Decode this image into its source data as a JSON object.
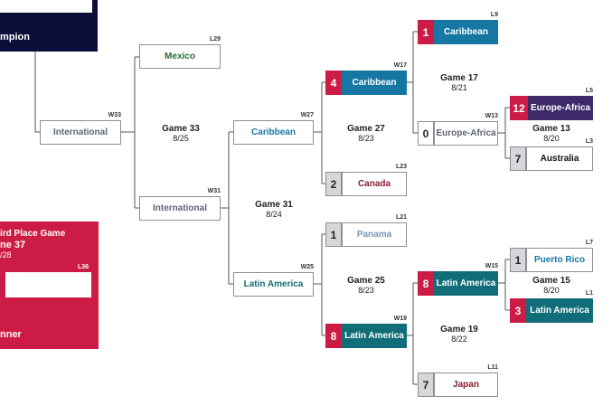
{
  "colors": {
    "navy": "#0c0d38",
    "crimson": "#cc1c45",
    "cyan": "#1677a3",
    "teal": "#116d78",
    "purple": "#3f2a69",
    "maroon": "#8c1d33",
    "green": "#2d6a3a",
    "slate": "#5d6470",
    "light_blue": "#7396b5",
    "grey": "#d6d7d9"
  },
  "champion_panel": {
    "label": "mpion"
  },
  "third_place_panel": {
    "title": "ird Place Game",
    "game": "ne 37",
    "date": "/28",
    "slot": "L36",
    "winner_label": "nner"
  },
  "games": {
    "g33": {
      "name": "Game 33",
      "date": "8/25"
    },
    "g31": {
      "name": "Game 31",
      "date": "8/24"
    },
    "g27": {
      "name": "Game 27",
      "date": "8/23"
    },
    "g25": {
      "name": "Game 25",
      "date": "8/23"
    },
    "g17": {
      "name": "Game 17",
      "date": "8/21"
    },
    "g13": {
      "name": "Game 13",
      "date": "8/20"
    },
    "g15": {
      "name": "Game 15",
      "date": "8/20"
    },
    "g19": {
      "name": "Game 19",
      "date": "8/22"
    }
  },
  "boxes": {
    "mexico": {
      "slot": "L29",
      "team": "Mexico"
    },
    "intl_w33": {
      "slot": "W33",
      "team": "International"
    },
    "intl_w31": {
      "slot": "W31",
      "team": "International"
    },
    "carib_w27": {
      "slot": "W27",
      "team": "Caribbean"
    },
    "latam_w25": {
      "slot": "W25",
      "team": "Latin America"
    },
    "carib_w17": {
      "slot": "W17",
      "team": "Caribbean",
      "seed": "4"
    },
    "canada": {
      "slot": "L23",
      "team": "Canada",
      "seed": "2"
    },
    "panama": {
      "slot": "L21",
      "team": "Panama",
      "seed": "1"
    },
    "latam_w19": {
      "slot": "W19",
      "team": "Latin America",
      "seed": "8"
    },
    "carib_l9": {
      "slot": "L9",
      "team": "Caribbean",
      "seed": "1"
    },
    "euaf_w13": {
      "slot": "W13",
      "team": "Europe-Africa",
      "seed": "0"
    },
    "latam_w15": {
      "slot": "W15",
      "team": "Latin America",
      "seed": "8"
    },
    "japan": {
      "slot": "L11",
      "team": "Japan",
      "seed": "7"
    },
    "euaf_l5": {
      "slot": "L5",
      "team": "Europe-Africa",
      "seed": "12"
    },
    "australia": {
      "slot": "L3",
      "team": "Australia",
      "seed": "7"
    },
    "pr": {
      "slot": "L7",
      "team": "Puerto Rico",
      "seed": "1"
    },
    "latam_l1": {
      "slot": "L1",
      "team": "Latin America",
      "seed": "3"
    }
  }
}
